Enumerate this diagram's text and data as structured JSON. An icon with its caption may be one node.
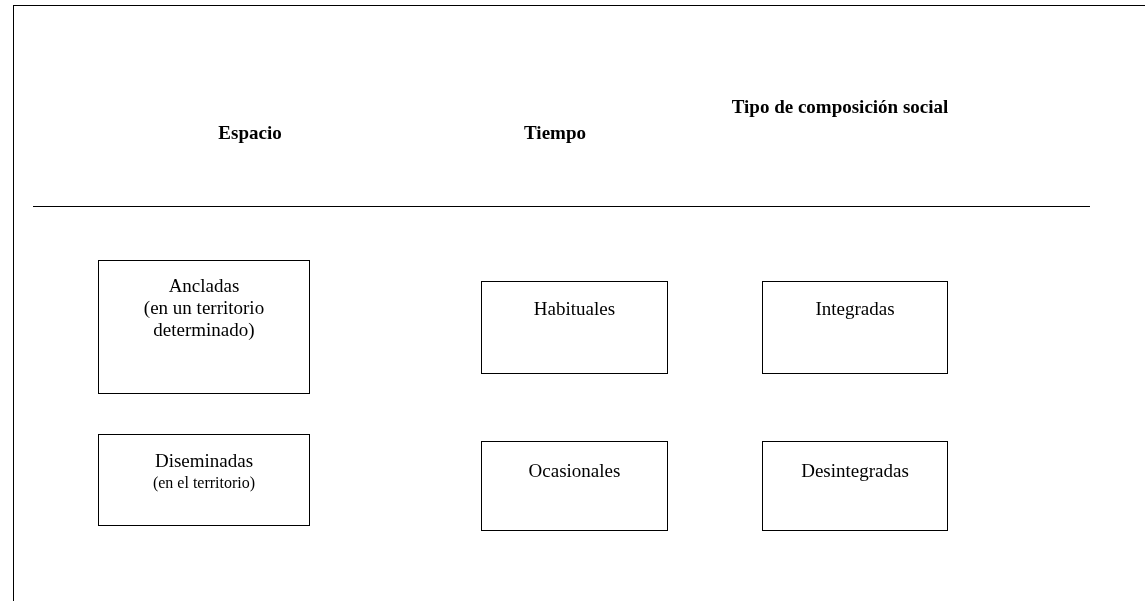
{
  "diagram": {
    "nodes": [
      {
        "text": [
          "Ancladas",
          "(en un territorio determinado)"
        ]
      },
      {
        "text": [
          "Habituales"
        ]
      },
      {
        "text": [
          "Integradas"
        ]
      },
      {
        "text": [
          "Diseminadas",
          "(en el territorio)"
        ]
      },
      {
        "text": [
          "Ocasionales"
        ]
      },
      {
        "text": [
          "Desintegradas"
        ]
      }
    ],
    "labels": [
      "Espacio",
      "Tiempo",
      "Tipo de composición social"
    ]
  }
}
